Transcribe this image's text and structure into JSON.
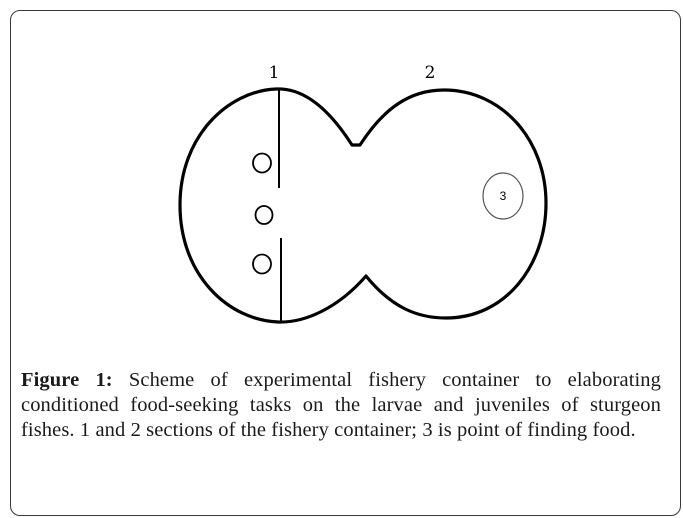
{
  "diagram": {
    "section_labels": [
      "1",
      "2"
    ],
    "point_label": "3"
  },
  "caption": {
    "label": "Figure 1:",
    "text": " Scheme of experimental fishery container to elaborating conditioned food-seeking tasks on the larvae and juveniles of sturgeon fishes. 1 and 2 sections of the fishery container; 3 is point of finding food."
  }
}
